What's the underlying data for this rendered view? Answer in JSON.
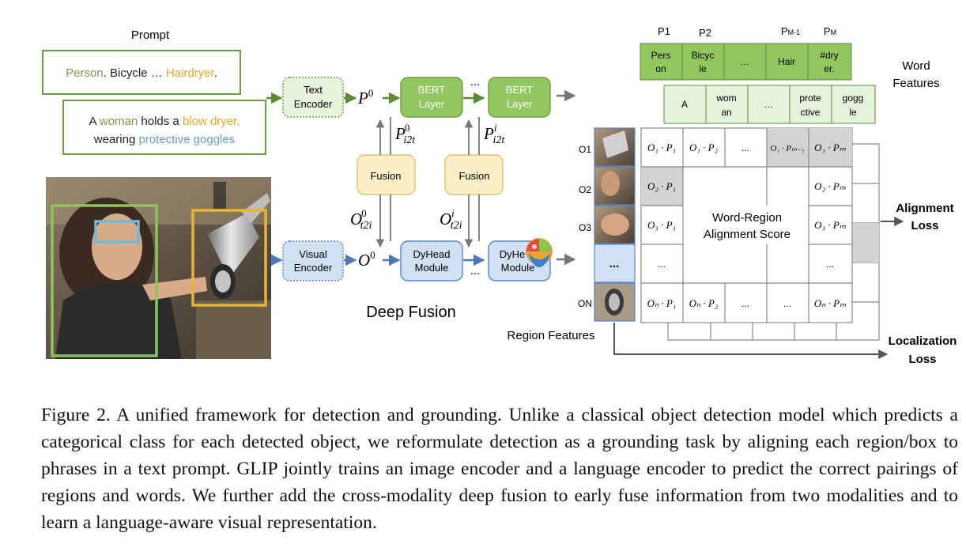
{
  "prompt": {
    "title": "Prompt",
    "box1": {
      "a": "Person",
      "b": ". Bicycle … ",
      "c": "Hairdryer",
      "d": "."
    },
    "box2": {
      "l1a": "A ",
      "l1b": "woman",
      "l1c": " holds a ",
      "l1d": "blow dryer,",
      "l2a": "wearing ",
      "l2b": "protective goggles"
    }
  },
  "modules": {
    "text_encoder": [
      "Text",
      "Encoder"
    ],
    "visual_encoder": [
      "Visual",
      "Encoder"
    ],
    "bert": [
      "BERT",
      "Layer"
    ],
    "fusion": "Fusion",
    "dyhead": [
      "DyHead",
      "Module"
    ],
    "dyhead_partial": [
      "DyHe",
      "Module"
    ],
    "ellipsis": "...",
    "deep_fusion": "Deep Fusion"
  },
  "math": {
    "P": "P",
    "O": "O",
    "zero": "0",
    "i": "i",
    "i2t": "i2t",
    "t2i": "t2i"
  },
  "word_features": {
    "label": [
      "Word",
      "Features"
    ],
    "p_labels": [
      "P1",
      "P2",
      "PM-1",
      "PM"
    ],
    "row1": [
      [
        "Pers",
        "on"
      ],
      [
        "Bicyc",
        "le"
      ],
      [
        "…"
      ],
      [
        "Hair"
      ],
      [
        "#dry",
        "er."
      ]
    ],
    "row2": [
      [
        "A"
      ],
      [
        "wom",
        "an"
      ],
      [
        "…"
      ],
      [
        "prote",
        "ctive"
      ],
      [
        "gogg",
        "le"
      ]
    ]
  },
  "region": {
    "labels": [
      "O1",
      "O2",
      "O3",
      "ON"
    ],
    "ellipsis": "...",
    "features_label": "Region Features"
  },
  "matrix": {
    "row1": [
      "O₁ · P₁",
      "O₁ · P₂",
      "...",
      "O₁ · Pₘ₋₁",
      "O₁ · Pₘ"
    ],
    "row2": [
      "O₂ · P₁",
      "O₂ · Pₘ"
    ],
    "row3": [
      "O₃ · P₁",
      "O₃ · Pₘ"
    ],
    "row4": [
      "...",
      "..."
    ],
    "row5": [
      "Oₙ · P₁",
      "Oₙ · P₂",
      "...",
      "...",
      "Oₙ · Pₘ"
    ],
    "center": [
      "Word-Region",
      "Alignment Score"
    ]
  },
  "losses": {
    "alignment": [
      "Alignment",
      "Loss"
    ],
    "localization": [
      "Localization",
      "Loss"
    ]
  },
  "caption": "Figure 2. A unified framework for detection and grounding. Unlike a classical object detection model which predicts a categorical class for each detected object, we reformulate detection as a grounding task by aligning each region/box to phrases in a text prompt. GLIP jointly trains an image encoder and a language encoder to predict the correct pairings of regions and words. We further add the cross-modality deep fusion to early fuse information from two modalities and to learn a language-aware visual representation.",
  "colors": {
    "green": "#6e9a43",
    "green_fill": "#92c760",
    "green_light": "#e6f2dc",
    "blue": "#5b84bd",
    "blue_fill": "#d2e0f3",
    "yellow_fill": "#fcefc6",
    "yellow_stroke": "#d8c27a",
    "orange_text": "#e0a92d",
    "green_text": "#7a9a4a",
    "blue_text": "#6a9bc0",
    "gray_cell": "#d3d3d3",
    "photo_green": "#8dc460",
    "photo_yellow": "#e5b53a",
    "photo_blue": "#71b9d8"
  }
}
